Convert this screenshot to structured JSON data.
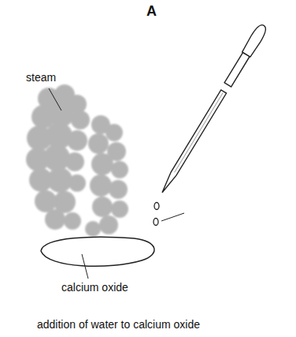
{
  "diagram": {
    "title": "A",
    "caption": "addition of water to calcium oxide",
    "labels": [
      "steam",
      "calcium oxide"
    ]
  }
}
